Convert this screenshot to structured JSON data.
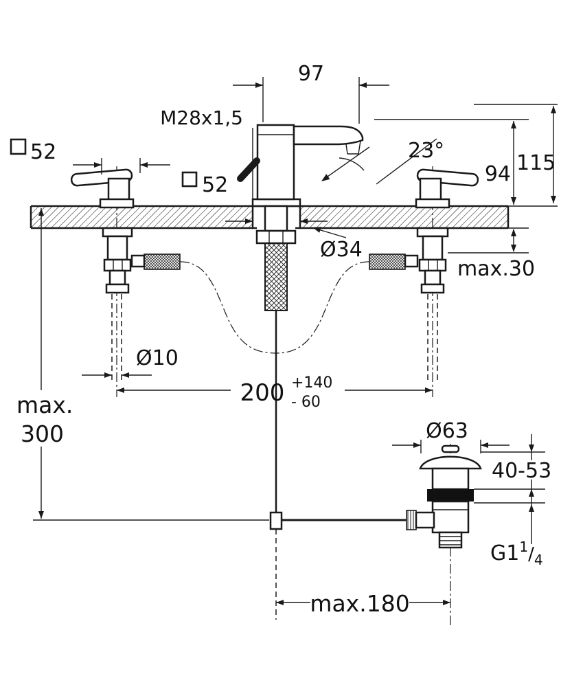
{
  "drawing": {
    "background": "#ffffff",
    "line_color": "#1a1a1a",
    "kind": "faucet installation dimension drawing"
  },
  "dims": {
    "spout_reach": "97",
    "thread": "M28x1,5",
    "square_left": "52",
    "square_center": "52",
    "angle": "23°",
    "height_spout": "94",
    "height_total": "115",
    "hole_dia": "Ø34",
    "deck_max": "max.30",
    "rod_dia": "Ø10",
    "distance": "200",
    "tol_plus": "+140",
    "tol_minus": "- 60",
    "depth_max_1": "max.",
    "depth_max_2": "300",
    "waste_dia": "Ø63",
    "waste_range": "40-53",
    "thread2_prefix": "G1",
    "thread2_sup": "1",
    "thread2_slash": "/",
    "thread2_sub": "4",
    "reach_max": "max.180"
  }
}
